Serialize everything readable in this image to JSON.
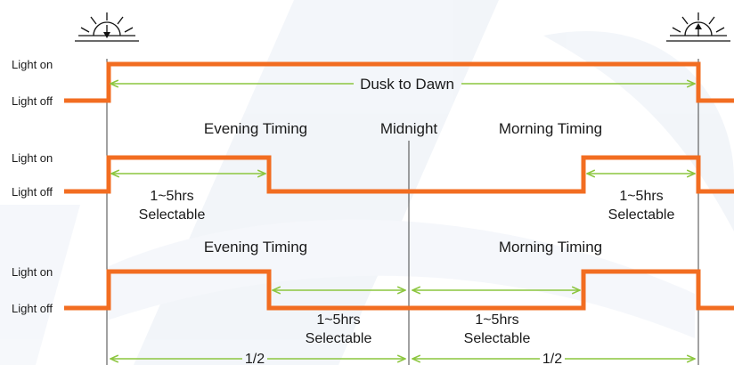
{
  "colors": {
    "signal": "#f26d21",
    "dimension": "#8cc63f",
    "text": "#1a1a1a",
    "watermark": "#dde4ee"
  },
  "icons": {
    "left": "sunset-icon",
    "right": "sunrise-icon"
  },
  "rows": [
    {
      "on_label": "Light on",
      "off_label": "Light off",
      "span_label": "Dusk to Dawn"
    },
    {
      "on_label": "Light on",
      "off_label": "Light off",
      "evening_heading": "Evening Timing",
      "midnight_heading": "Midnight",
      "morning_heading": "Morning Timing",
      "left_note_1": "1~5hrs",
      "left_note_2": "Selectable",
      "right_note_1": "1~5hrs",
      "right_note_2": "Selectable"
    },
    {
      "on_label": "Light on",
      "off_label": "Light off",
      "evening_heading": "Evening Timing",
      "morning_heading": "Morning Timing",
      "left_note_1": "1~5hrs",
      "left_note_2": "Selectable",
      "right_note_1": "1~5hrs",
      "right_note_2": "Selectable",
      "half_left": "1/2",
      "half_right": "1/2"
    }
  ]
}
